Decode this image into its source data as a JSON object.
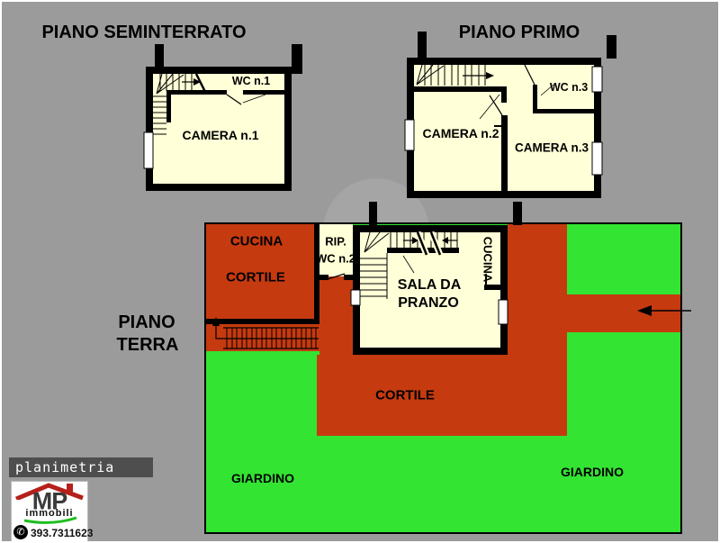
{
  "colors": {
    "bg": "#9B9B9B",
    "wall": "#000000",
    "room": "#FFFFD8",
    "red": "#C63A10",
    "green": "#33E432",
    "label": "#000000",
    "bar-bg": "#4E4E4E",
    "bar-text": "#FFFFFF",
    "roof-red": "#B5201A",
    "swoosh-green": "#1DBE1E",
    "frame": "#FFFFFF"
  },
  "floors": {
    "seminterrato": {
      "title": "PIANO SEMINTERRATO",
      "camera1": "CAMERA n.1",
      "wc1": "WC n.1"
    },
    "primo": {
      "title": "PIANO PRIMO",
      "camera2": "CAMERA n.2",
      "wc3": "WC n.3",
      "camera3": "CAMERA n.3"
    },
    "terra": {
      "title_line1": "PIANO",
      "title_line2": "TERRA",
      "cucina_upper": "CUCINA",
      "cortile_upper": "CORTILE",
      "rip_line1": "RIP.",
      "rip_line2": "WC n.2",
      "sala_line1": "SALA DA",
      "sala_line2": "PRANZO",
      "cucina_vertical": "CUCINA",
      "cortile": "CORTILE",
      "giardino_left": "GIARDINO",
      "giardino_right": "GIARDINO"
    }
  },
  "branding": {
    "caption": "planimetria",
    "logo_text": "MP",
    "logo_subtext": "immobili",
    "phone": "393.7311623",
    "phone_icon_glyph": "✆"
  }
}
